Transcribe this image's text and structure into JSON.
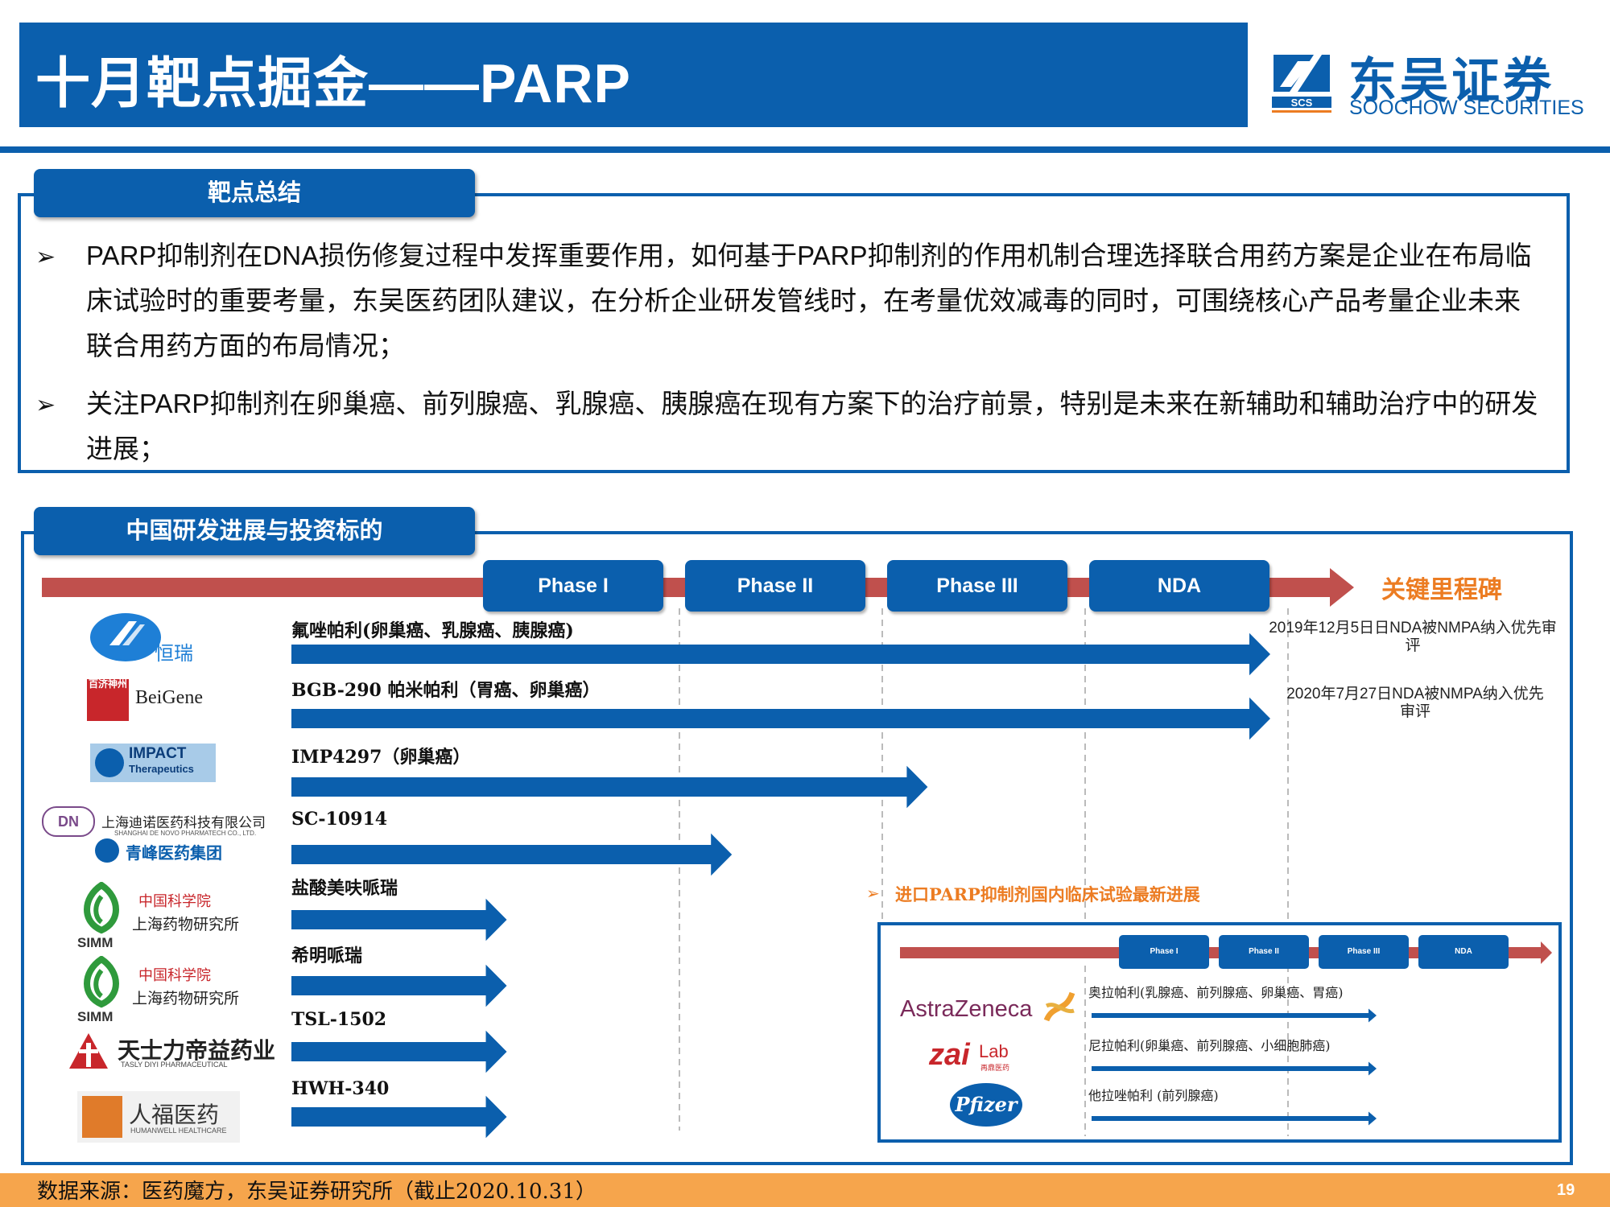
{
  "header": {
    "title": "十月靶点掘金——PARP",
    "logo_cn": "东吴证券",
    "logo_en": "SOOCHOW SECURITIES",
    "logo_mark": "SCS"
  },
  "summary": {
    "tab": "靶点总结",
    "bullet_symbol": "➢",
    "bullets": [
      {
        "line1": "PARP抑制剂在DNA损伤修复过程中发挥重要作用，如何基于PARP抑制剂的作用机制合理选择联合用药方案是企业在布局临",
        "line2": "床试验时的重要考量，东吴医药团队建议，在分析企业研发管线时，在考量优效减毒的同时，可围绕核心产品考量企业未来",
        "line3": "联合用药方面的布局情况；"
      },
      {
        "line1": "关注PARP抑制剂在卵巢癌、前列腺癌、乳腺癌、胰腺癌在现有方案下的治疗前景，特别是未来在新辅助和辅助治疗中的研发",
        "line2": "进展；"
      }
    ]
  },
  "pipeline": {
    "tab": "中国研发进展与投资标的",
    "phases": [
      "Phase I",
      "Phase II",
      "Phase III",
      "NDA"
    ],
    "milestone_label": "关键里程碑",
    "rows": [
      {
        "company": "恒瑞",
        "drug": "氟唑帕利(卵巢癌、乳腺癌、胰腺癌)",
        "stage": "NDA",
        "progress": 1.0,
        "milestone": "2019年12月5日日NDA被NMPA纳入优先审评"
      },
      {
        "company": "BeiGene",
        "drug": "BGB-290 帕米帕利（胃癌、卵巢癌）",
        "stage": "NDA",
        "progress": 1.0,
        "milestone": "2020年7月27日NDA被NMPA纳入优先审评"
      },
      {
        "company": "IMPACT Therapeutics",
        "drug": "IMP4297（卵巢癌）",
        "stage": "Phase III",
        "progress": 0.65,
        "milestone": ""
      },
      {
        "company": "上海迪诺医药科技有限公司 / 青峰医药集团",
        "drug": "SC-10914",
        "stage": "Phase II",
        "progress": 0.45,
        "milestone": ""
      },
      {
        "company": "SIMM 中国科学院上海药物研究所",
        "drug": "盐酸美呋哌瑞",
        "stage": "Phase I",
        "progress": 0.22,
        "milestone": ""
      },
      {
        "company": "SIMM 中国科学院上海药物研究所",
        "drug": "希明哌瑞",
        "stage": "Phase I",
        "progress": 0.22,
        "milestone": ""
      },
      {
        "company": "天士力帝益药业",
        "drug": "TSL-1502",
        "stage": "Phase I",
        "progress": 0.22,
        "milestone": ""
      },
      {
        "company": "人福医药",
        "drug": "HWH-340",
        "stage": "Phase I",
        "progress": 0.22,
        "milestone": ""
      }
    ],
    "logos": {
      "hengrui": "恒瑞",
      "beigene": "BeiGene",
      "beigene_cn": "百济神州",
      "impact1": "IMPACT",
      "impact2": "Therapeutics",
      "dino": "上海迪诺医药科技有限公司",
      "dino_en": "SHANGHAI DE NOVO PHARMATECH CO., LTD.",
      "qingfeng": "青峰医药集团",
      "simm_cas": "中国科学院",
      "simm_inst": "上海药物研究所",
      "simm": "SIMM",
      "tasly": "天士力帝益药业",
      "tasly_en": "TASLY DIYI PHARMACEUTICAL",
      "renfu": "人福医药",
      "renfu_en": "HUMANWELL HEALTHCARE"
    }
  },
  "imported": {
    "title": "进口PARP抑制剂国内临床试验最新进展",
    "phases": [
      "Phase I",
      "Phase II",
      "Phase III",
      "NDA"
    ],
    "rows": [
      {
        "company": "AstraZeneca",
        "drug": "奥拉帕利(乳腺癌、前列腺癌、卵巢癌、胃癌)",
        "progress": 0.75
      },
      {
        "company": "zai lab 再鼎医药",
        "drug": "尼拉帕利(卵巢癌、前列腺癌、小细胞肺癌)",
        "progress": 0.75
      },
      {
        "company": "Pfizer",
        "drug": "他拉唑帕利 (前列腺癌)",
        "progress": 0.75
      }
    ],
    "logos": {
      "az": "AstraZeneca",
      "zai": "zai",
      "zai_lab": "Lab",
      "zai_cn": "再鼎医药",
      "pfizer": "Pfizer"
    }
  },
  "footer": {
    "source": "数据来源：医药魔方，东吴证券研究所（截止2020.10.31）",
    "page": "19"
  },
  "colors": {
    "primary": "#0b5fad",
    "timeline": "#c0504d",
    "accent": "#ec7c22",
    "footer": "#f6a54c"
  }
}
